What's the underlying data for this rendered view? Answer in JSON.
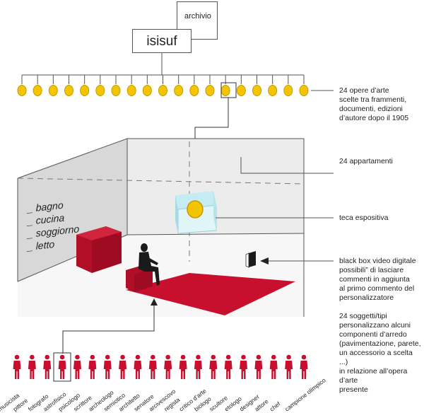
{
  "header": {
    "archive_label": "archivio",
    "main_label": "isisuf"
  },
  "annotations": {
    "works": "24 opere d’arte\nscelte tra frammenti,\ndocumenti, edizioni\nd’autore dopo il 1905",
    "apartments": "24 appartamenti",
    "display_case": "teca espositiva",
    "black_box": "black box video digitale\npossibili” di lasciare\ncommenti in aggiunta\nal primo commento del\npersonalizzatore",
    "subjects": "24 soggetti/tipi\npersonalizzano alcuni\ncomponenti d’arredo\n(pavimentazione, parete,\nun accessorio a scelta ...)\nin relazione all’opera d’arte\npresente"
  },
  "room": {
    "wall_list": [
      "bagno",
      "cucina",
      "soggiorno",
      "letto"
    ]
  },
  "works_count": 19,
  "people": [
    "musicista",
    "pittore",
    "fotografo",
    "astrofisico",
    "psicologo",
    "scrittore",
    "archeologo",
    "semiotico",
    "architetto",
    "senatore",
    "arcivescovo",
    "regista",
    "critico d’arte",
    "biologo",
    "scultore",
    "etologo",
    "designer",
    "attore",
    "chef",
    "campione olimpico"
  ],
  "colors": {
    "coin": "#f2c500",
    "coin_edge": "#c79a00",
    "red": "#c8102e",
    "line": "#555555"
  }
}
